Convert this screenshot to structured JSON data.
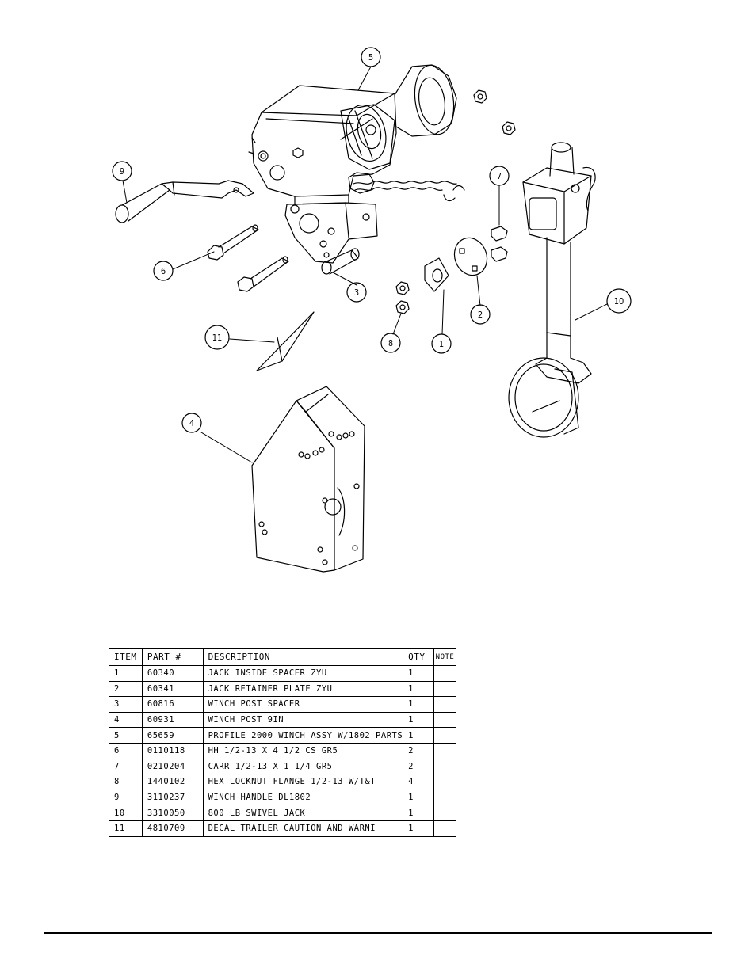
{
  "callouts": [
    "1",
    "2",
    "3",
    "4",
    "5",
    "6",
    "7",
    "8",
    "9",
    "10",
    "11"
  ],
  "bom": {
    "headers": {
      "item": "ITEM",
      "part": "PART #",
      "description": "DESCRIPTION",
      "qty": "QTY",
      "note": "NOTE"
    },
    "rows": [
      {
        "item": "1",
        "part": "60340",
        "description": "JACK INSIDE SPACER ZYU",
        "qty": "1",
        "note": ""
      },
      {
        "item": "2",
        "part": "60341",
        "description": "JACK RETAINER PLATE ZYU",
        "qty": "1",
        "note": ""
      },
      {
        "item": "3",
        "part": "60816",
        "description": "WINCH POST SPACER",
        "qty": "1",
        "note": ""
      },
      {
        "item": "4",
        "part": "60931",
        "description": "WINCH POST 9IN",
        "qty": "1",
        "note": ""
      },
      {
        "item": "5",
        "part": "65659",
        "description": "PROFILE 2000 WINCH ASSY W/1802 PARTS",
        "qty": "1",
        "note": ""
      },
      {
        "item": "6",
        "part": "0110118",
        "description": "HH 1/2-13 X 4 1/2 CS GR5",
        "qty": "2",
        "note": ""
      },
      {
        "item": "7",
        "part": "0210204",
        "description": "CARR 1/2-13 X 1 1/4 GR5",
        "qty": "2",
        "note": ""
      },
      {
        "item": "8",
        "part": "1440102",
        "description": "HEX LOCKNUT FLANGE 1/2-13 W/T&T",
        "qty": "4",
        "note": ""
      },
      {
        "item": "9",
        "part": "3110237",
        "description": "WINCH HANDLE  DL1802",
        "qty": "1",
        "note": ""
      },
      {
        "item": "10",
        "part": "3310050",
        "description": "800 LB SWIVEL JACK",
        "qty": "1",
        "note": ""
      },
      {
        "item": "11",
        "part": "4810709",
        "description": "DECAL TRAILER CAUTION AND WARNI",
        "qty": "1",
        "note": ""
      }
    ]
  }
}
